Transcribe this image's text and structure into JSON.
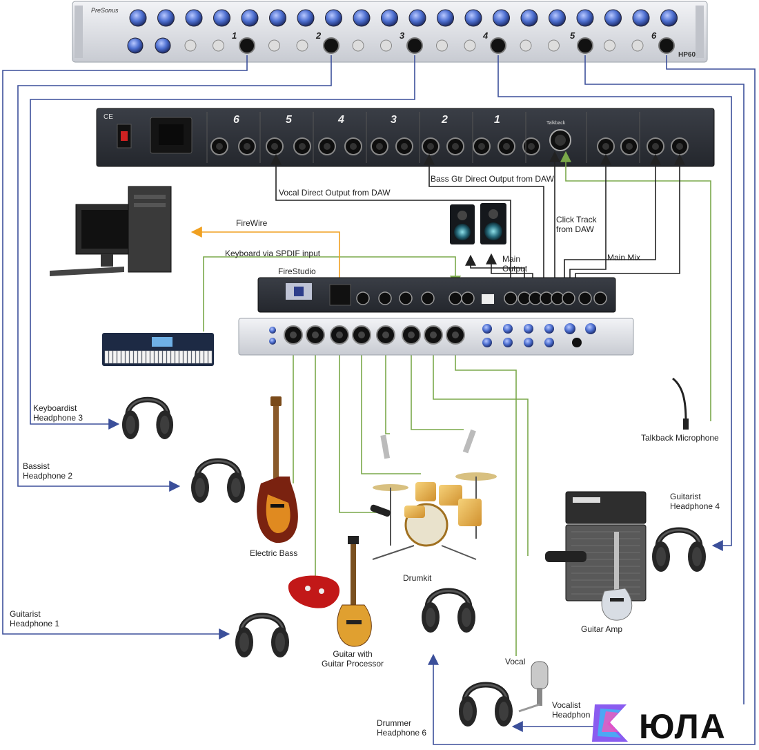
{
  "hp60": {
    "brand": "PreSonus",
    "model": "HP60",
    "channel_numbers": [
      "1",
      "2",
      "3",
      "4",
      "5",
      "6"
    ]
  },
  "hp60_rear": {
    "channel_numbers": [
      "6",
      "5",
      "4",
      "3",
      "2",
      "1"
    ],
    "talkback_label": "Talkback",
    "ce_mark": "CE"
  },
  "firestudio": {
    "title": "FireStudio"
  },
  "labels": {
    "vocal_direct": "Vocal Direct Output from DAW",
    "bass_direct": "Bass Gtr Direct Output from DAW",
    "firewire": "FireWire",
    "keyboard_spdif": "Keyboard via SPDIF input",
    "click_track": "Click Track\nfrom DAW",
    "main_output": "Main\nOutput",
    "main_mix": "Main Mix",
    "keyboardist_hp": "Keyboardist\nHeadphone 3",
    "bassist_hp": "Bassist\nHeadphone 2",
    "guitarist_hp1": "Guitarist\nHeadphone 1",
    "guitarist_hp4": "Guitarist\nHeadphone 4",
    "talkback_mic": "Talkback Microphone",
    "electric_bass": "Electric Bass",
    "drumkit": "Drumkit",
    "guitar_processor": "Guitar with\nGuitar Processor",
    "guitar_amp": "Guitar Amp",
    "vocal": "Vocal",
    "vocalist_hp": "Vocalist\nHeadphone",
    "drummer_hp": "Drummer\nHeadphone 6"
  },
  "watermark": {
    "text": "ЮЛА"
  },
  "colors": {
    "headphone_line": "#3b4f9a",
    "input_line": "#7aa84a",
    "firewire_line": "#f0a020",
    "audio_line": "#222222",
    "rack_silver": "#dcdee3",
    "rack_dark": "#2c2f36",
    "knob_blue": "#4d6fd0"
  }
}
